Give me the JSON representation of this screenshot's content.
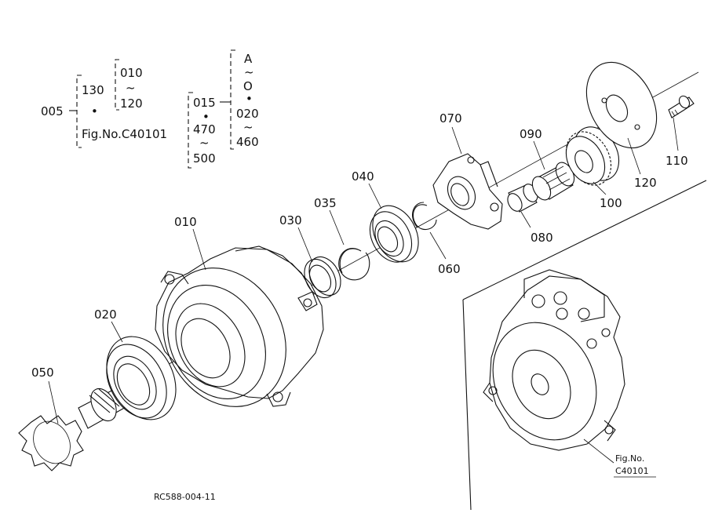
{
  "parts": {
    "p005": "005",
    "p010": "010",
    "p020": "020",
    "p030": "030",
    "p035": "035",
    "p040": "040",
    "p050": "050",
    "p060": "060",
    "p070": "070",
    "p080": "080",
    "p090": "090",
    "p100": "100",
    "p110": "110",
    "p120": "120"
  },
  "bracket_groups": {
    "g130": "130",
    "dot": "•",
    "tilde": "~",
    "fig_ref": "Fig.No.C40101",
    "r010": "010",
    "r120": "120",
    "r015": "015",
    "r470": "470",
    "r500": "500",
    "rA": "A",
    "rO": "O",
    "r020": "020",
    "r460": "460"
  },
  "inset": {
    "fig_label": "Fig.No.",
    "fig_number": "C40101"
  },
  "drawing_code": "RC588-004-11"
}
